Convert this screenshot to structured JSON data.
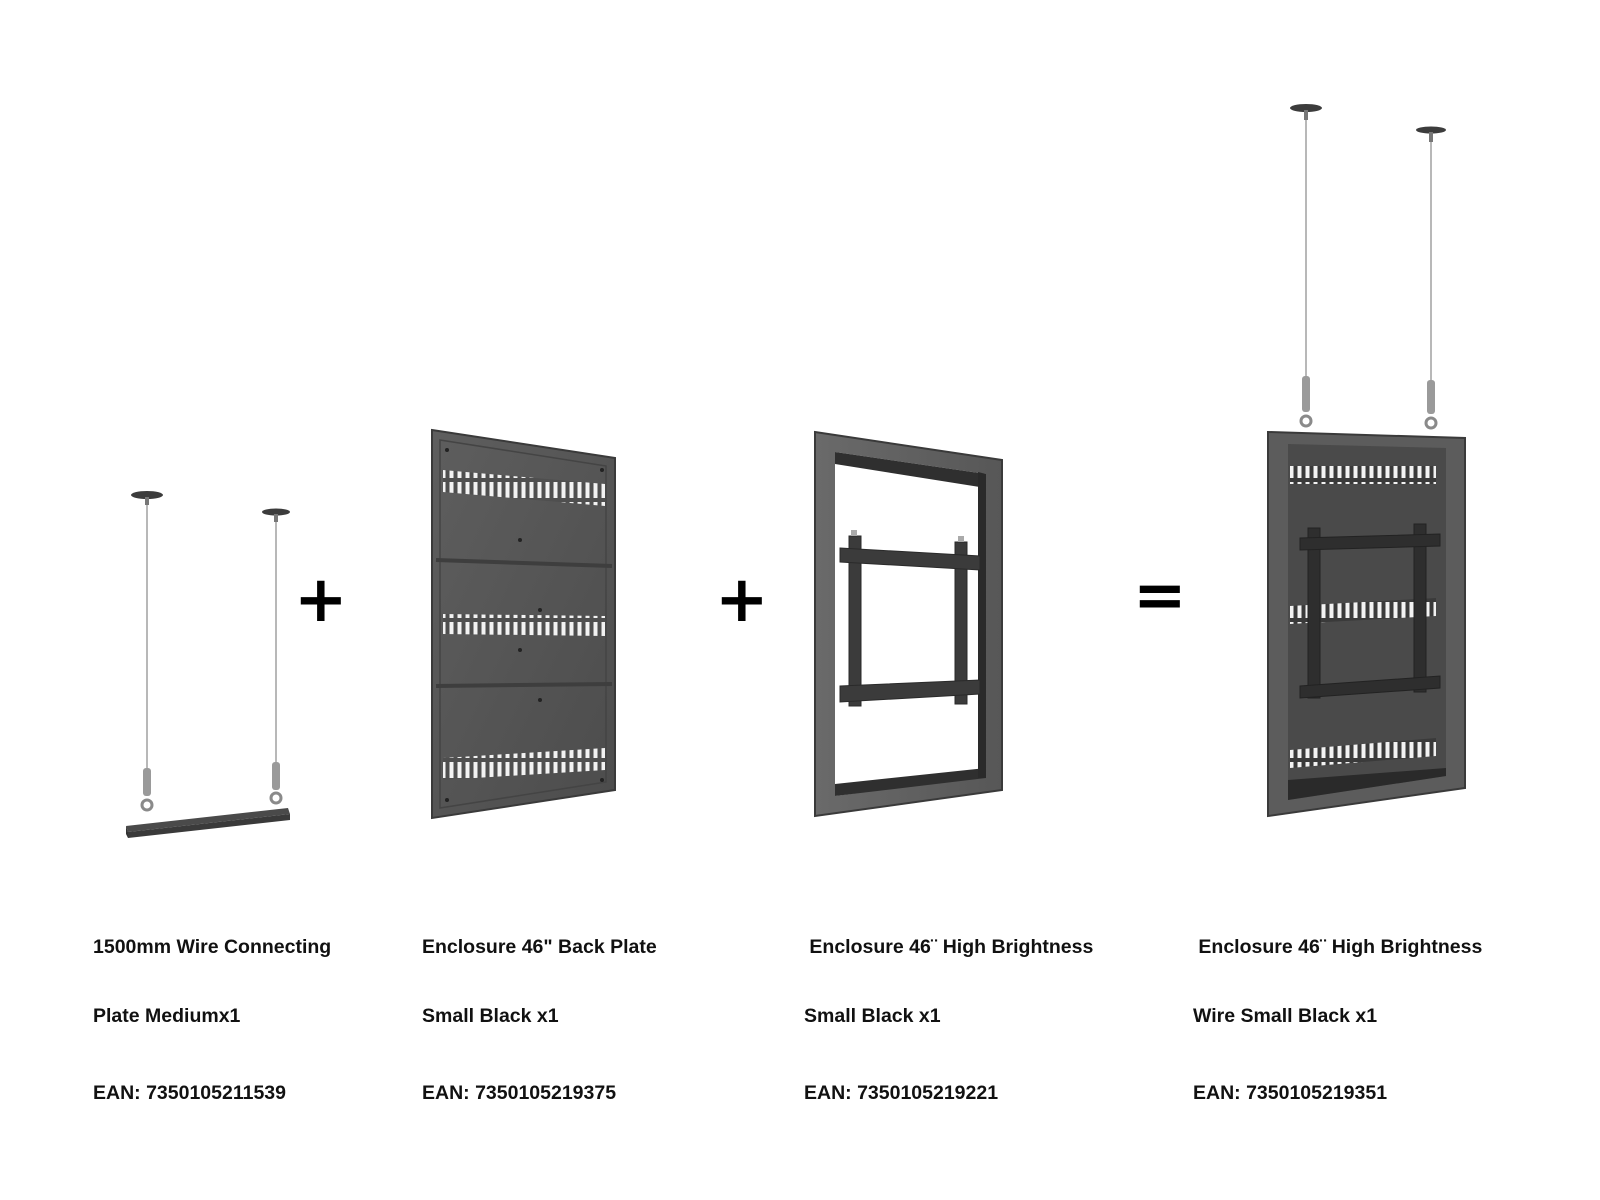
{
  "products": [
    {
      "id": "wire-plate",
      "name_line1": "1500mm Wire Connecting",
      "name_line2": "Plate Mediumx1",
      "ean": "EAN: 7350105211539"
    },
    {
      "id": "back-plate",
      "name_line1": "Enclosure 46\" Back Plate",
      "name_line2": "Small Black x1",
      "ean": "EAN: 7350105219375"
    },
    {
      "id": "enclosure",
      "name_line1": " Enclosure 46¨ High Brightness",
      "name_line2": "Small Black x1",
      "ean": "EAN: 7350105219221"
    },
    {
      "id": "enclosure-wire",
      "name_line1": " Enclosure 46¨ High Brightness",
      "name_line2": "Wire Small Black x1",
      "ean": "EAN: 7350105219351"
    }
  ],
  "operators": {
    "plus": "+",
    "equals": "="
  },
  "colors": {
    "metal_dark": "#3c3c3c",
    "metal_mid": "#5a5a5a",
    "metal_light": "#7a7a7a",
    "wire": "#b5b5b5",
    "hardware": "#9a9a9a"
  }
}
